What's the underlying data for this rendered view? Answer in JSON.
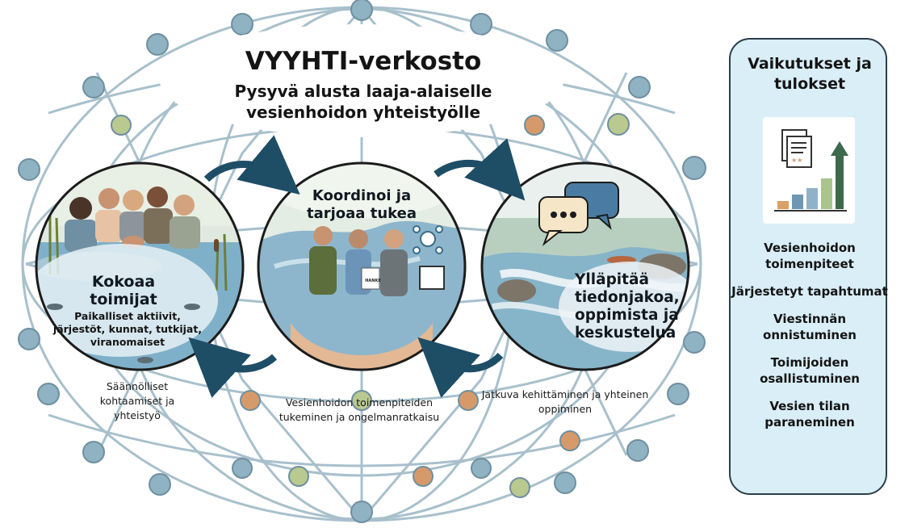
{
  "title": "VYYHTI-verkosto",
  "subtitle": "Pysyvä alusta laaja-alaiselle vesienhoidon yhteistyölle",
  "circles": [
    {
      "title": "Kokoaa toimijat",
      "description": "Paikalliset aktiivit, järjestöt, kunnat, tutkijat, viranomaiset"
    },
    {
      "title": "Koordinoi ja tarjoaa tukea",
      "document_label": "HANKE"
    },
    {
      "title": "Ylläpitää tiedonjakoa, oppimista ja keskustelua"
    }
  ],
  "captions": [
    "Säännölliset kohtaamiset ja yhteistyö",
    "Vesienhoidon toimenpiteiden tukeminen ja ongelmanratkaisu",
    "Jatkuva kehittäminen ja yhteinen oppiminen"
  ],
  "panel": {
    "title": "Vaikutukset ja tulokset",
    "icon": "report-growth-chart-icon",
    "results": [
      "Vesienhoidon toimenpiteet",
      "Järjestetyt tapahtumat",
      "Viestinnän onnistuminen",
      "Toimijoiden osallistuminen",
      "Vesien tilan paraneminen"
    ]
  },
  "colors": {
    "network_line": "#9fb8c4",
    "node_blue": "#8fb3c3",
    "node_orange": "#d69a6a",
    "node_green": "#b9c98f",
    "arrow": "#1e4d66",
    "panel_bg": "#d9eef7",
    "chart_bars": [
      "#d9a067",
      "#6f97b4",
      "#8fb2c9",
      "#a9c58c"
    ],
    "chart_arrow": "#3d6a4a"
  }
}
